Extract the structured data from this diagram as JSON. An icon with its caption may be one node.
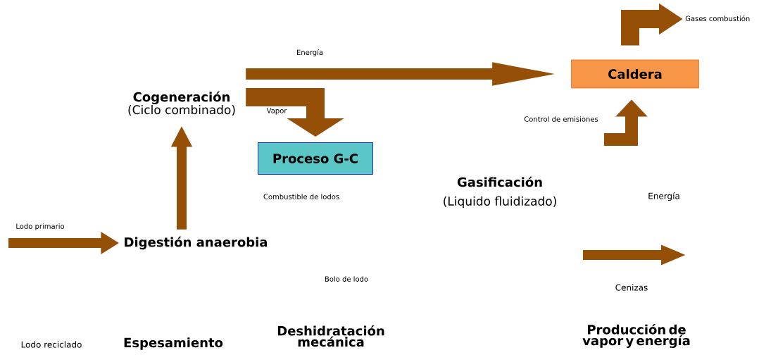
{
  "diagram": {
    "nodes": [
      {
        "text": [
          "Cogeneración",
          "(Ciclo combinado)"
        ]
      },
      {
        "text": [
          "Proceso G-C"
        ]
      },
      {
        "text": [
          "Caldera"
        ]
      },
      {
        "text": [
          "Digestión anaerobia"
        ]
      }
    ],
    "edges": [
      {
        "from": null,
        "to": 3,
        "arrow": "to",
        "label": "Lodo primario"
      },
      {
        "from": 3,
        "to": 0,
        "arrow": "to"
      },
      {
        "from": 0,
        "to": 2,
        "arrow": "to",
        "label": "Energía"
      },
      {
        "from": 0,
        "to": 1,
        "arrow": "to",
        "label": "Vapor"
      },
      {
        "from": null,
        "to": 2,
        "arrow": "to",
        "label": "Control de emisiones"
      },
      {
        "from": 2,
        "to": null,
        "arrow": "to",
        "label": "Gases combustión"
      }
    ],
    "labels": [
      "Combustible de lodos",
      "Gasificación",
      "(Liquido fluidizado)",
      "Energía",
      "Bolo de lodo",
      "Cenizas",
      "Lodo reciclado",
      "Espesamiento",
      "Deshidratación mecánica",
      "Producción de vapor y energía"
    ]
  }
}
